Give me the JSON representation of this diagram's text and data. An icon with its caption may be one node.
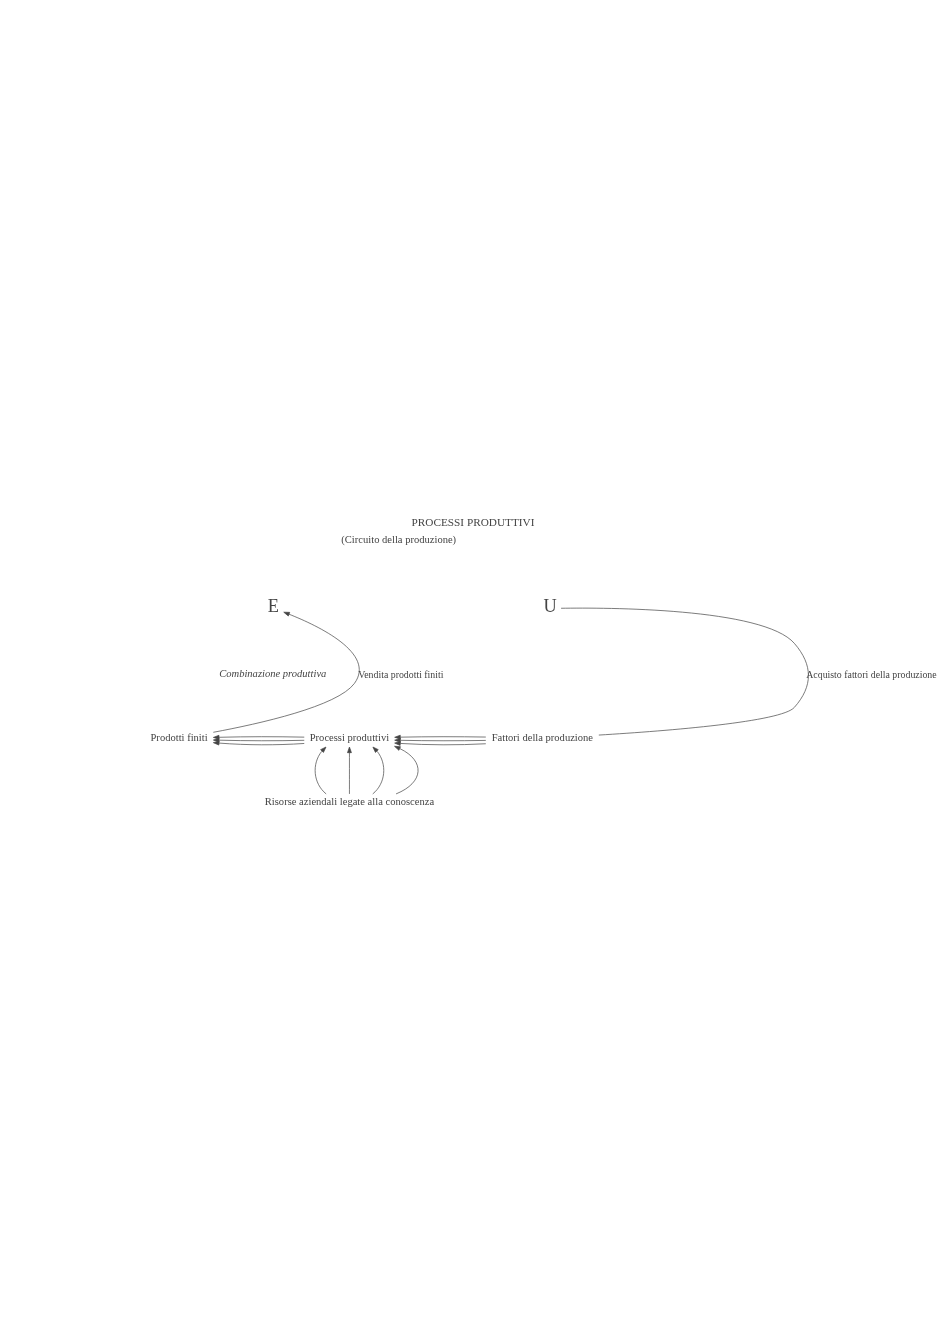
{
  "diagram": {
    "title": "PROCESSI PRODUTTIVI",
    "nodes": [
      {
        "text": [
          "E"
        ]
      },
      {
        "text": [
          "U"
        ]
      },
      {
        "text": [
          "Prodotti finiti"
        ]
      },
      {
        "text": [
          "Processi produttivi"
        ]
      },
      {
        "text": [
          "Fattori della produzione"
        ]
      },
      {
        "text": [
          "Risorse aziendali legate alla conoscenza"
        ]
      }
    ],
    "edges": [
      {
        "from": 2,
        "to": 0,
        "arrow": "to",
        "label": "Vendita prodotti finiti"
      },
      {
        "from": 1,
        "to": 4,
        "arrow": "none",
        "label": "Acquisto fattori della produzione"
      },
      {
        "from": 3,
        "to": 2,
        "arrow": "to"
      },
      {
        "from": 3,
        "to": 2,
        "arrow": "to"
      },
      {
        "from": 3,
        "to": 2,
        "arrow": "to"
      },
      {
        "from": 4,
        "to": 3,
        "arrow": "to"
      },
      {
        "from": 4,
        "to": 3,
        "arrow": "to"
      },
      {
        "from": 4,
        "to": 3,
        "arrow": "to"
      },
      {
        "from": 5,
        "to": 3,
        "arrow": "to"
      },
      {
        "from": 5,
        "to": 3,
        "arrow": "to"
      },
      {
        "from": 5,
        "to": 3,
        "arrow": "to"
      },
      {
        "from": 5,
        "to": 3,
        "arrow": "to"
      }
    ],
    "labels": [
      "(Circuito della produzione)",
      "Combinazione produttiva"
    ]
  }
}
